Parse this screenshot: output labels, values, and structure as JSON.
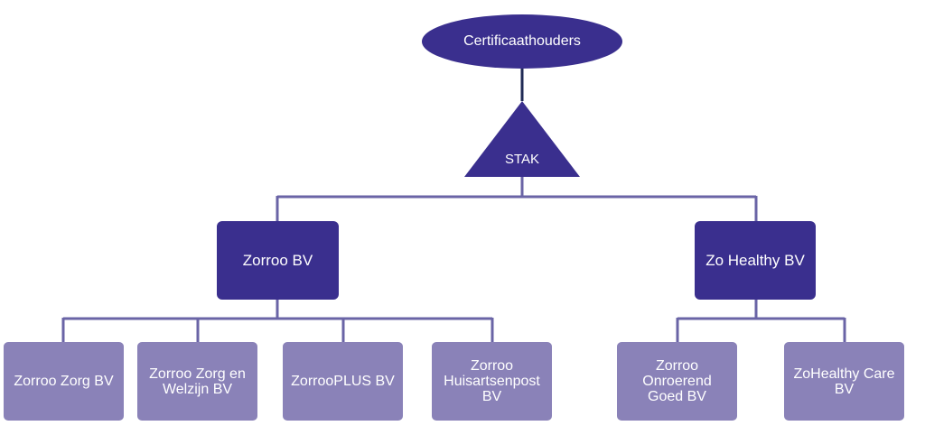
{
  "colors": {
    "dark": "#3a2f8e",
    "light": "#8a82b8",
    "connector": "#6a64a6",
    "stem": "#1f2a55"
  },
  "root": {
    "label": "Certificaathouders"
  },
  "stak": {
    "label": "STAK"
  },
  "level2": [
    {
      "label": "Zorroo BV"
    },
    {
      "label": "Zo Healthy BV"
    }
  ],
  "level3": [
    {
      "label": "Zorroo Zorg BV"
    },
    {
      "label": "Zorroo Zorg en\nWelzijn BV"
    },
    {
      "label": "ZorrooPLUS BV"
    },
    {
      "label": "Zorroo\nHuisartsenpost\nBV"
    },
    {
      "label": "Zorroo\nOnroerend\nGoed BV"
    },
    {
      "label": "ZoHealthy Care\nBV"
    }
  ]
}
